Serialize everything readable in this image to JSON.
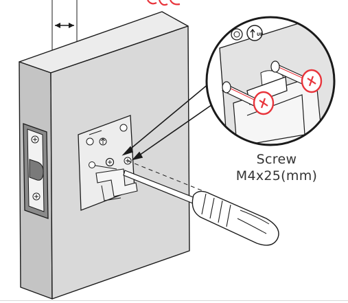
{
  "callout": {
    "label_line1": "Screw",
    "label_line2": "M4x25(mm)"
  },
  "plate": {
    "icon_up_text": "UP"
  },
  "colors": {
    "accent_red": "#e8343b",
    "door_face": "#d9d9d9",
    "door_side": "#c4c4c4",
    "door_top": "#ececec",
    "outline": "#1a1a1a",
    "strike_plate": "#8a8a8a"
  }
}
